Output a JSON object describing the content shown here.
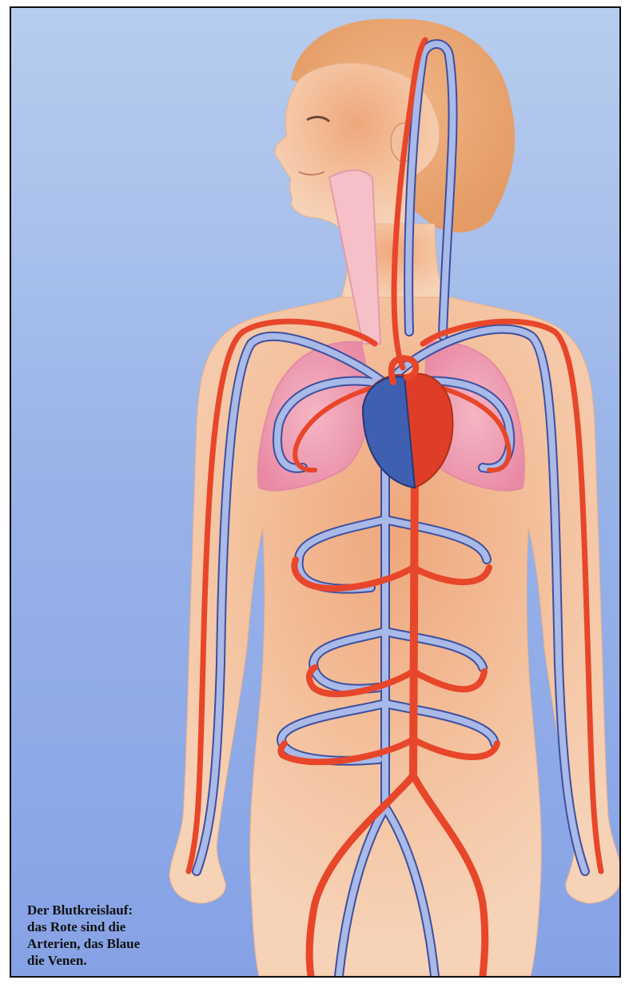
{
  "caption": {
    "lines": [
      "Der Blutkreislauf:",
      "das Rote sind die",
      "Arterien, das Blaue",
      "die Venen."
    ]
  },
  "colors": {
    "background_top": "#a9c3ea",
    "background_bottom": "#8aa6e6",
    "skin": "#f4c7a4",
    "skin_shadow": "#eba57e",
    "hair": "#e9ab78",
    "lung": "#ef9fb6",
    "artery": "#e8462a",
    "vein": "#a8b8e6",
    "vein_outline": "#3d4f9e",
    "heart_vein_side": "#3f5fb1",
    "heart_artery_side": "#df3d27"
  },
  "icons": {
    "figure": "human-circulatory-system-illustration",
    "heart": "heart-icon",
    "lungs": "lungs-icon"
  }
}
